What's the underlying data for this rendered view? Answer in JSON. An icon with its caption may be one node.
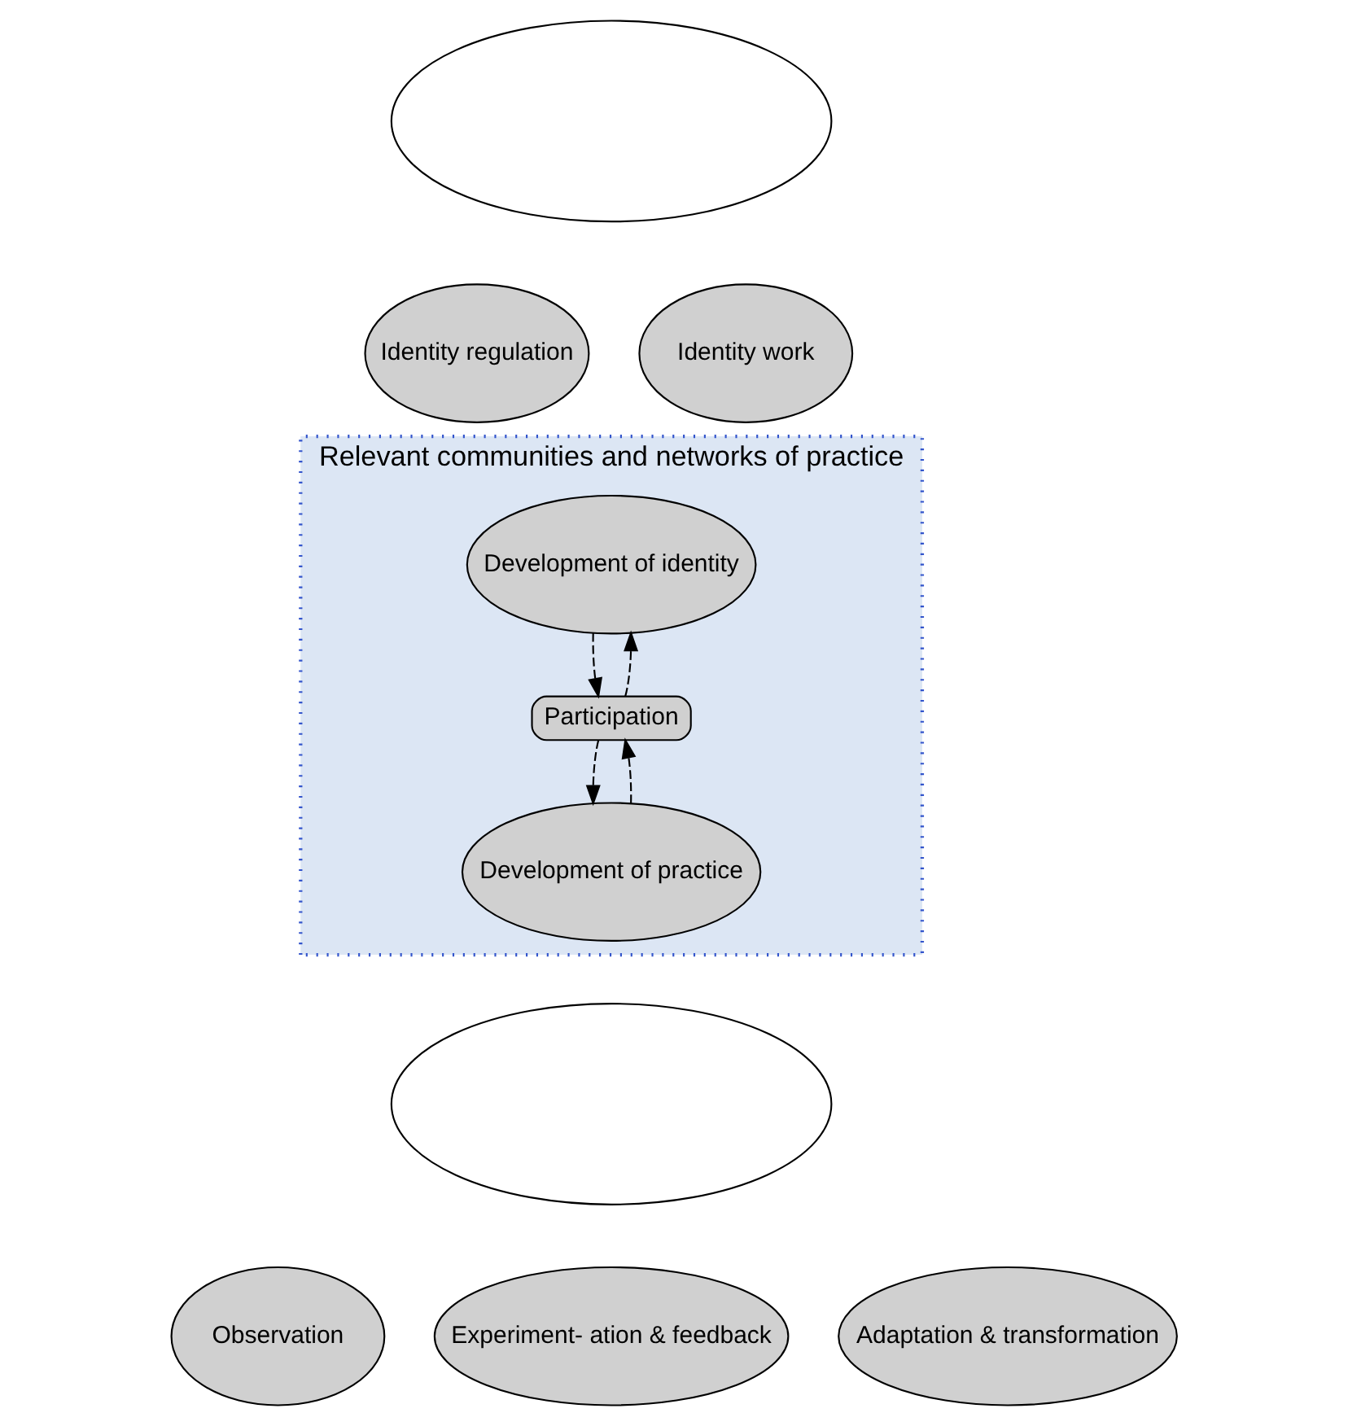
{
  "diagram": {
    "nodes": [
      {
        "text": [
          "Relevant communities and networks of practice"
        ]
      },
      {
        "text": [],
        "shape": "ellipse"
      },
      {
        "text": [
          "Identity regulation"
        ]
      },
      {
        "text": [
          "Identity work"
        ]
      },
      {
        "text": [
          "Development of identity"
        ],
        "in": 0
      },
      {
        "text": [
          "Participation"
        ],
        "in": 0
      },
      {
        "text": [
          "Development of practice"
        ],
        "in": 0
      },
      {
        "text": [],
        "shape": "ellipse"
      },
      {
        "text": [
          "Observation"
        ]
      },
      {
        "text": [
          "Experiment- ation & feedback"
        ]
      },
      {
        "text": [
          "Adaptation & transformation"
        ]
      }
    ],
    "edges": [
      {
        "from": 4,
        "to": 5,
        "arrow": "to",
        "style": "dashed"
      },
      {
        "from": 5,
        "to": 4,
        "arrow": "to",
        "style": "dashed"
      },
      {
        "from": 6,
        "to": 5,
        "arrow": "to",
        "style": "dashed"
      },
      {
        "from": 5,
        "to": 6,
        "arrow": "to",
        "style": "dashed"
      }
    ]
  }
}
